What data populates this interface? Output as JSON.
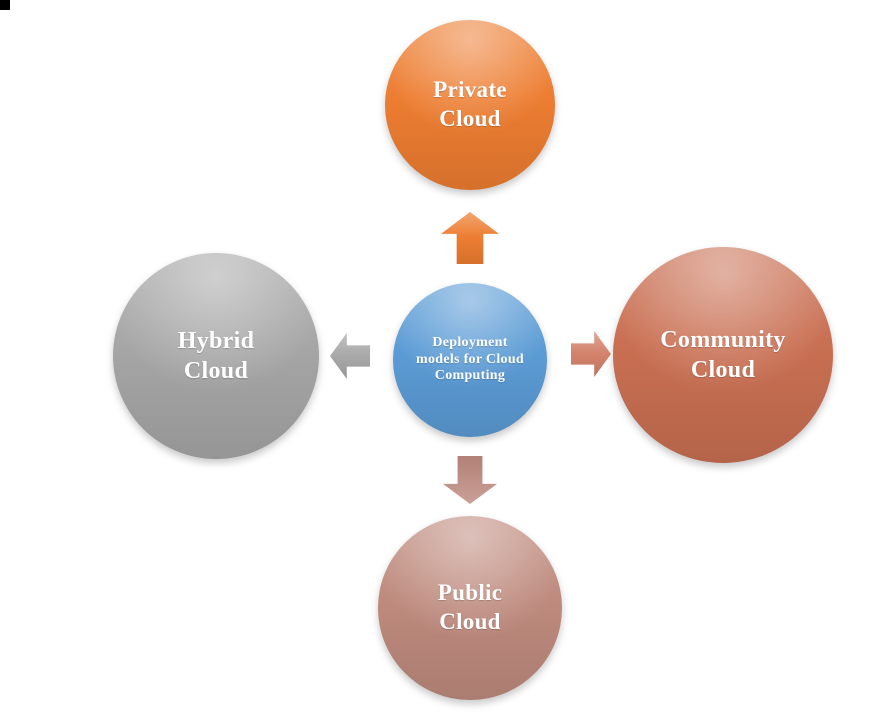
{
  "diagram": {
    "center": {
      "label": "Deployment models for Cloud Computing",
      "color": "#5B9BD5"
    },
    "nodes": [
      {
        "id": "private-cloud",
        "label": "Private Cloud",
        "color": "#ED7D31",
        "position": "top"
      },
      {
        "id": "community-cloud",
        "label": "Community Cloud",
        "color": "#C96F52",
        "position": "right"
      },
      {
        "id": "public-cloud",
        "label": "Public Cloud",
        "color": "#BE8A7D",
        "position": "bottom"
      },
      {
        "id": "hybrid-cloud",
        "label": "Hybrid Cloud",
        "color": "#A6A6A6",
        "position": "left"
      }
    ],
    "arrows": [
      {
        "direction": "up",
        "color": "#ED7D31"
      },
      {
        "direction": "right",
        "color": "#D3826B"
      },
      {
        "direction": "down",
        "color": "#C08B80"
      },
      {
        "direction": "left",
        "color": "#A8A8A8"
      }
    ]
  }
}
